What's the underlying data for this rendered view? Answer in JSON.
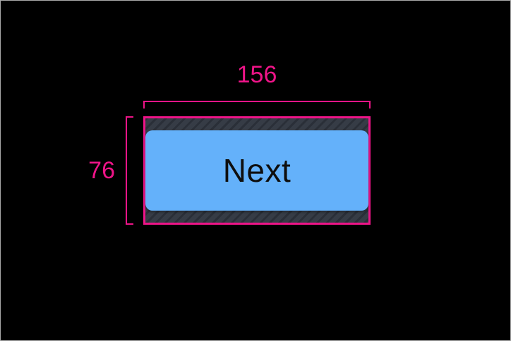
{
  "annotation": {
    "width_label": "156",
    "height_label": "76"
  },
  "button": {
    "label": "Next"
  },
  "colors": {
    "accent": "#ee1488",
    "button-fill": "#64b1fa",
    "button-text": "#0e0e0e",
    "hatch-bg": "#363c46",
    "hatch-stripe": "#2a2f38",
    "canvas-bg": "#000000",
    "frame-border": "#aaaaaa"
  }
}
